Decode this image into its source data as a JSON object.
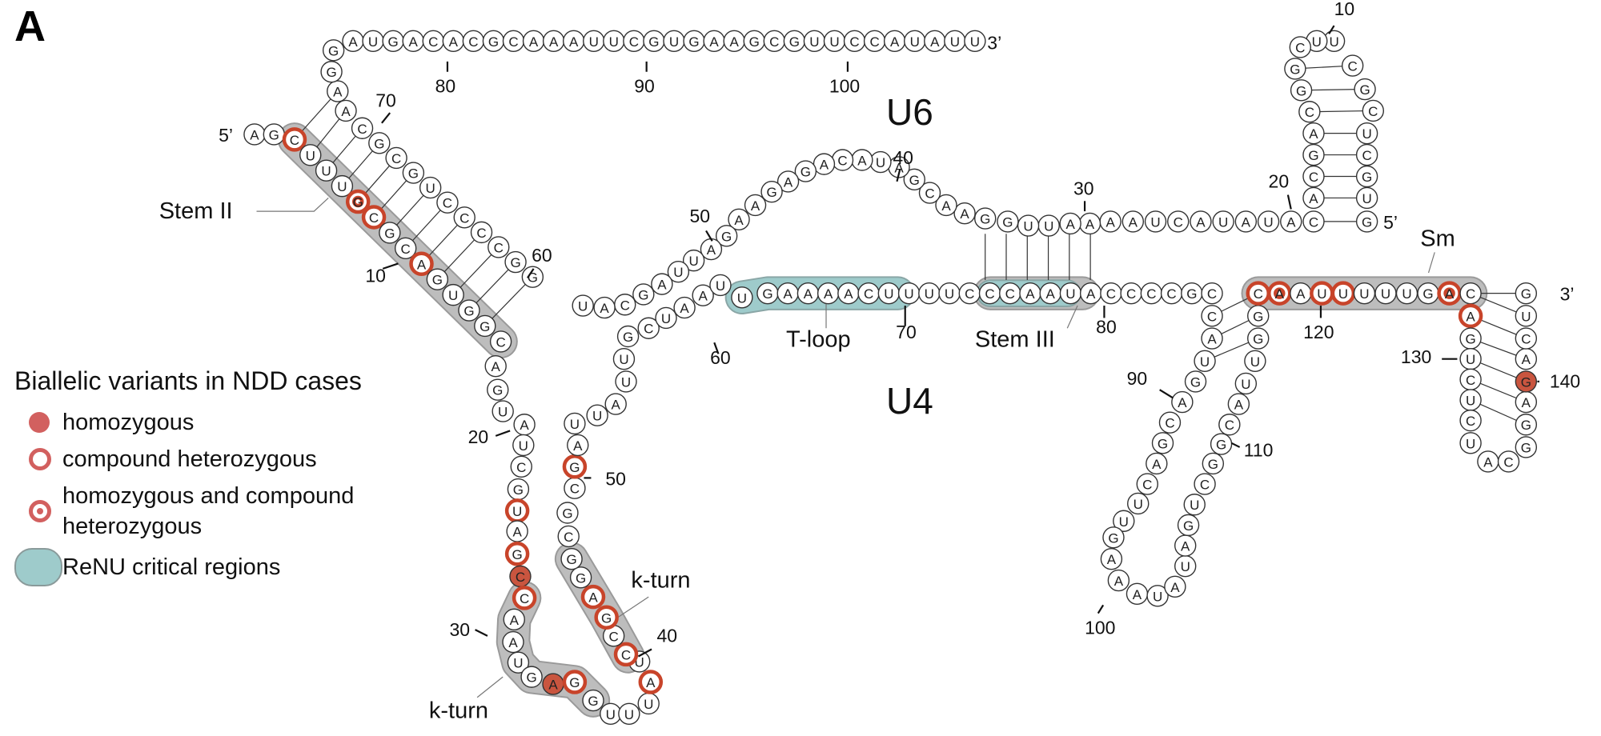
{
  "panel_label": "A",
  "molecules": {
    "u6_label": "U6",
    "u4_label": "U4"
  },
  "legend": {
    "title": "Biallelic variants in NDD cases",
    "items": [
      {
        "key": "homozygous",
        "label": "homozygous",
        "color": "#d2605f"
      },
      {
        "key": "compound_heterozygous",
        "label": "compound heterozygous",
        "color": "#d2605f"
      },
      {
        "key": "both",
        "label": "homozygous and compound heterozygous",
        "label_line1": "homozygous and compound",
        "label_line2": "heterozygous",
        "color": "#d2605f"
      },
      {
        "key": "renu",
        "label": "ReNU critical regions",
        "color": "#9ecbcb"
      }
    ]
  },
  "region_labels": {
    "stem_ii": "Stem II",
    "stem_iii": "Stem III",
    "t_loop": "T-loop",
    "sm": "Sm",
    "k_turn_upper": "k-turn",
    "k_turn_lower": "k-turn"
  },
  "end_labels": {
    "u4_5p": "5’",
    "u4_3p": "3’",
    "u6_5p": "5’",
    "u6_3p": "3’"
  },
  "u4": {
    "sequence": "AGCUUUGCGCAGUGGCAGUAUCGUAGCCAAUGAGGUUUAUCCGAGGCGCGAUUAUUGCUAAUUGAAAACUUUUCCCAAUACCCCGCCAUGACGACUUGAAAUAUAGUCGGCAUUGGCAAUUUUUGACAGUCUCUACGGAGACUG",
    "variants": {
      "3": "compound_heterozygous",
      "7": "both",
      "8": "compound_heterozygous",
      "11": "compound_heterozygous",
      "24": "compound_heterozygous",
      "26": "compound_heterozygous",
      "27": "homozygous",
      "28": "compound_heterozygous",
      "33": "homozygous",
      "34": "compound_heterozygous",
      "39": "compound_heterozygous",
      "41": "compound_heterozygous",
      "43": "compound_heterozygous",
      "44": "compound_heterozygous",
      "50": "compound_heterozygous",
      "117": "compound_heterozygous",
      "118": "both",
      "120": "compound_heterozygous",
      "121": "compound_heterozygous",
      "126": "both",
      "128": "compound_heterozygous",
      "140": "homozygous"
    },
    "position_ticks": [
      "10",
      "20",
      "30",
      "40",
      "50",
      "60",
      "70",
      "80",
      "90",
      "100",
      "110",
      "120",
      "130",
      "140"
    ]
  },
  "u6": {
    "sequence": "GUGCUCGCUUCGGCAGCACAUAUACUAAAAUUGGAACGAUACAGAGAAGAUUAGCAUGGCCCCUGCGCAAGGAUGACACGCAAAUUCGUGAAGCGUUCCAUAUUUU",
    "position_ticks": [
      "10",
      "20",
      "30",
      "40",
      "50",
      "60",
      "70",
      "80",
      "90",
      "100"
    ]
  },
  "chart_data": {
    "type": "secondary-structure",
    "title": "U4/U6 snRNA duplex with biallelic NDD variants",
    "u4_critical_regions_renu": [
      "T-loop",
      "Stem III"
    ],
    "highlighted_regions": [
      "Stem II",
      "k-turn",
      "k-turn",
      "Sm",
      "Stem III",
      "T-loop"
    ]
  }
}
